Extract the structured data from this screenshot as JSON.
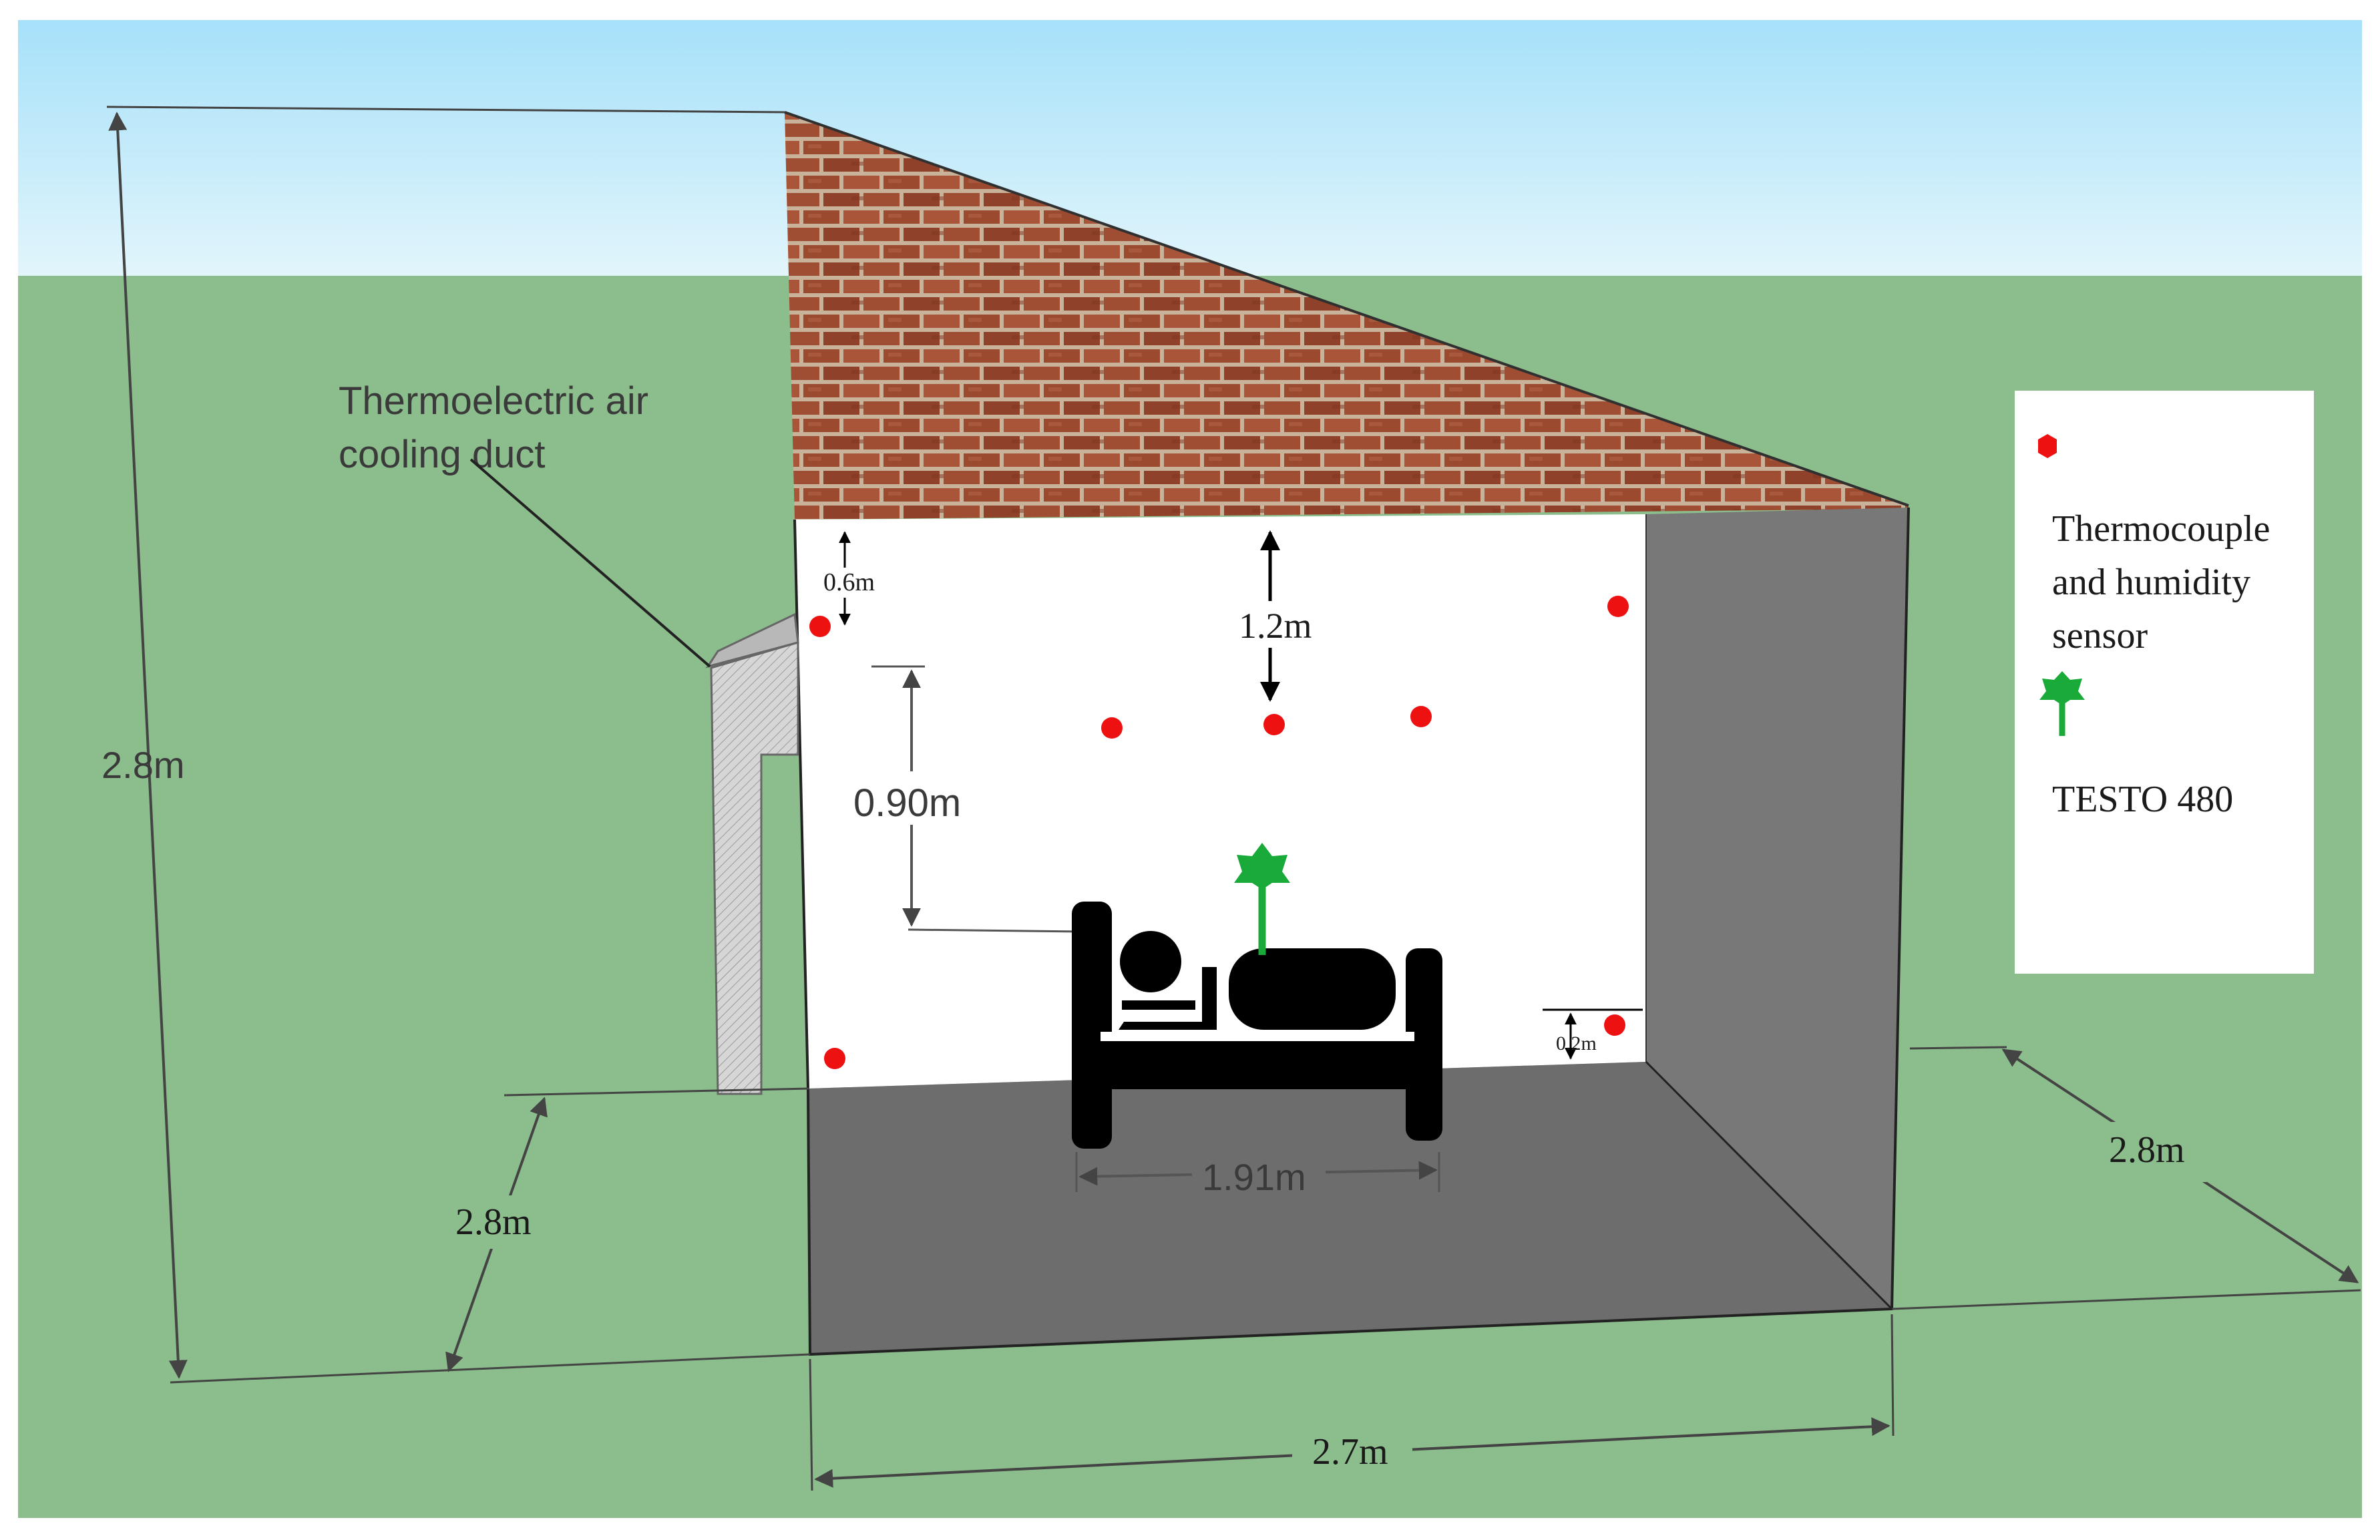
{
  "labels": {
    "duct_line1": "Thermoelectric air",
    "duct_line2": "cooling duct"
  },
  "dimensions": {
    "total_height": "2.8m",
    "ceiling_gap_small": "0.6m",
    "ceiling_to_sensor": "1.2m",
    "bed_to_sensor": "0.90m",
    "floor_sensor_height": "0.2m",
    "bed_length": "1.91m",
    "depth_left": "2.8m",
    "depth_right": "2.8m",
    "width": "2.7m"
  },
  "legend": {
    "thermocouple_line1": "Thermocouple",
    "thermocouple_line2": "and humidity",
    "thermocouple_line3": "sensor",
    "testo": "TESTO 480"
  },
  "colors": {
    "sky_top": "#b3e6fb",
    "sky_bottom": "#dcf3fb",
    "ground": "#8dbd8d",
    "brick": "#9a4a30",
    "mortar": "#c9b49a",
    "floor": "#6e6e6e",
    "side_wall": "#7a7a7a",
    "sensor_red": "#ee1111",
    "testo_green": "#1aaa3a",
    "bed_black": "#000000"
  },
  "icons": {
    "thermocouple_marker": "red-dot-icon",
    "testo_probe": "green-probe-icon",
    "sleeping_person": "person-in-bed-icon"
  }
}
